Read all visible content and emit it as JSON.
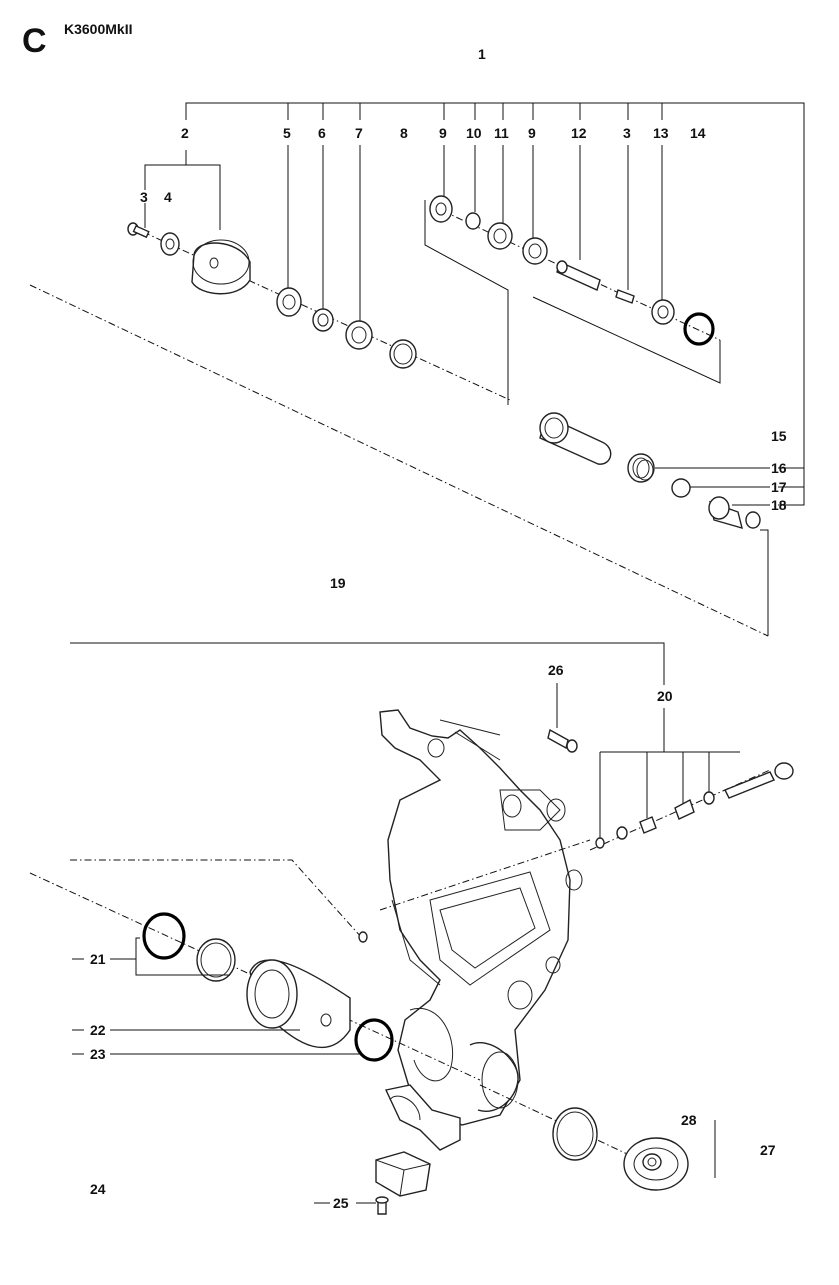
{
  "header": {
    "section_letter": "C",
    "model": "K3600MkII"
  },
  "callouts": {
    "c1": "1",
    "c2": "2",
    "c3a": "3",
    "c3b": "3",
    "c4": "4",
    "c5": "5",
    "c6": "6",
    "c7": "7",
    "c8": "8",
    "c9a": "9",
    "c9b": "9",
    "c10": "10",
    "c11": "11",
    "c12": "12",
    "c13": "13",
    "c14": "14",
    "c15": "15",
    "c16": "16",
    "c17": "17",
    "c18": "18",
    "c19": "19",
    "c20": "20",
    "c21": "21",
    "c22": "22",
    "c23": "23",
    "c24": "24",
    "c25": "25",
    "c26": "26",
    "c27": "27",
    "c28": "28"
  }
}
